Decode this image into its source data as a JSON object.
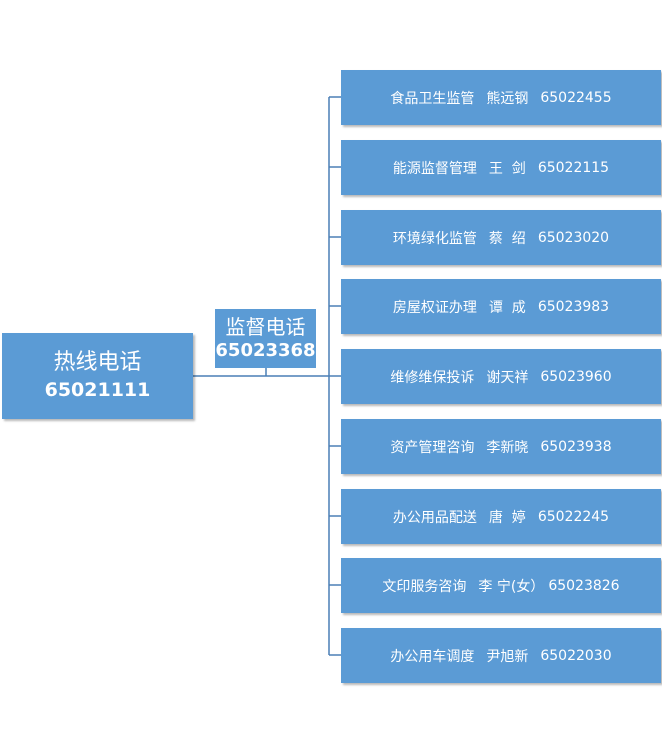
{
  "hotline": {
    "label": "热线电话",
    "number": "65021111"
  },
  "supervision": {
    "label": "监督电话",
    "number": "65023368"
  },
  "services": [
    {
      "service": "食品卫生监管",
      "person": "熊远钢",
      "phone": "65022455"
    },
    {
      "service": "能源监督管理",
      "person": "王  剑",
      "phone": "65022115"
    },
    {
      "service": "环境绿化监管",
      "person": "蔡  绍",
      "phone": "65023020"
    },
    {
      "service": "房屋权证办理",
      "person": "谭  成",
      "phone": "65023983"
    },
    {
      "service": "维修维保投诉",
      "person": "谢天祥",
      "phone": "65023960"
    },
    {
      "service": "资产管理咨询",
      "person": "李新晓",
      "phone": "65023938"
    },
    {
      "service": "办公用品配送",
      "person": "唐  婷",
      "phone": "65022245"
    },
    {
      "service": "文印服务咨询",
      "person": "李 宁(女）",
      "phone": "65023826"
    },
    {
      "service": "办公用车调度",
      "person": "尹旭新",
      "phone": "65022030"
    }
  ],
  "colors": {
    "box_fill": "#5b9bd5",
    "connector": "#4a7fb5",
    "text": "#ffffff"
  }
}
